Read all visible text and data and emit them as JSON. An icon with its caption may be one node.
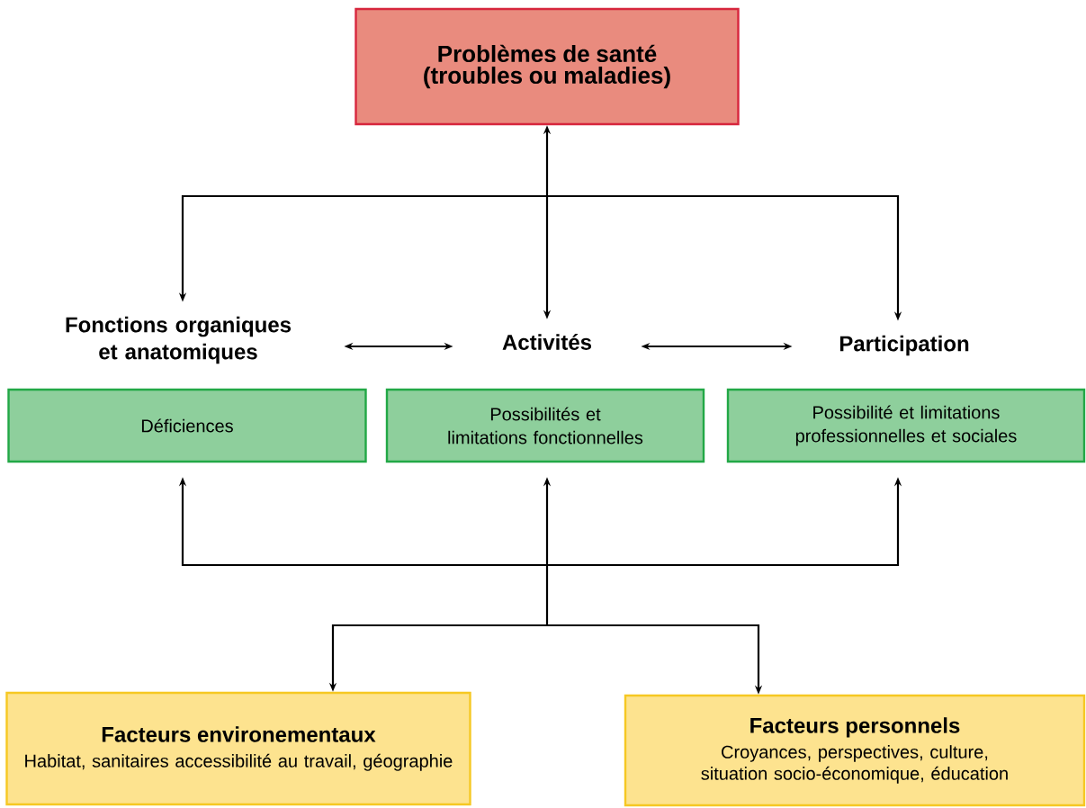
{
  "diagram": {
    "nodes": [
      {
        "text": [
          "Problèmes de santé (troubles ou maladies)"
        ]
      },
      {
        "text": [
          "Fonctions organiques et anatomiques",
          "Déficiences"
        ]
      },
      {
        "text": [
          "Activités",
          "Possibilités et limitations fonctionnelles"
        ]
      },
      {
        "text": [
          "Participation",
          "Possibilité et limitations professionnelles et sociales"
        ]
      },
      {
        "text": [
          "Facteurs environementaux",
          "Habitat, sanitaires accessibilité au travail, géographie"
        ]
      },
      {
        "text": [
          "Facteurs personnels",
          "Croyances, perspectives, culture, situation socio-économique, éducation"
        ]
      }
    ],
    "edges": [
      {
        "from": 0,
        "to": 2,
        "arrow": "both"
      },
      {
        "from": 0,
        "to": 1,
        "arrow": "both"
      },
      {
        "from": 0,
        "to": 3,
        "arrow": "both"
      },
      {
        "from": 1,
        "to": 2,
        "arrow": "both"
      },
      {
        "from": 2,
        "to": 3,
        "arrow": "both"
      },
      {
        "from": 4,
        "to": 1,
        "arrow": "both"
      },
      {
        "from": 4,
        "to": 2,
        "arrow": "both"
      },
      {
        "from": 4,
        "to": 3,
        "arrow": "both"
      },
      {
        "from": 5,
        "to": 1,
        "arrow": "both"
      },
      {
        "from": 5,
        "to": 2,
        "arrow": "both"
      },
      {
        "from": 5,
        "to": 3,
        "arrow": "both"
      }
    ]
  }
}
